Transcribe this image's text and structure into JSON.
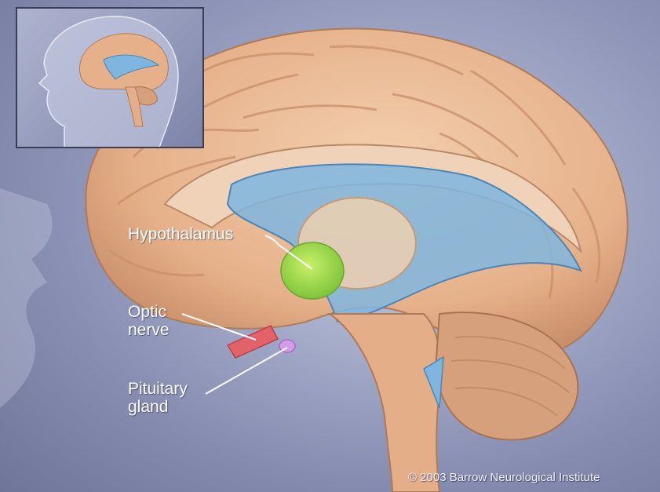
{
  "labels": {
    "hypothalamus": "Hypothalamus",
    "optic_nerve_line1": "Optic",
    "optic_nerve_line2": "nerve",
    "pituitary_line1": "Pituitary",
    "pituitary_line2": "gland"
  },
  "copyright": "© 2003 Barrow Neurological Institute",
  "colors": {
    "background": "#8e95b8",
    "brain_tissue": "#e8b58e",
    "ventricle": "#7fb6df",
    "hypothalamus": "#9ed84a",
    "optic_nerve": "#e2626a",
    "pituitary": "#d59be8",
    "label_text": "#ffffff"
  }
}
